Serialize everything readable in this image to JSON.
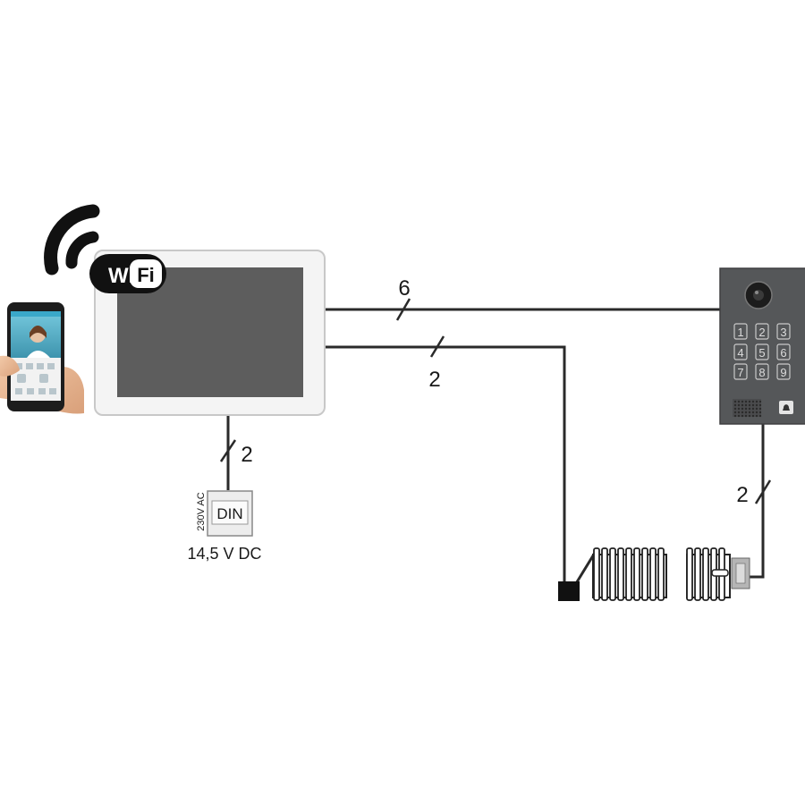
{
  "wifi": {
    "logo_text_left": "Wi",
    "logo_text_right": "Fi",
    "icon": "wifi-icon"
  },
  "smartphone": {
    "icon": "smartphone-icon"
  },
  "monitor": {
    "icon": "monitor-icon"
  },
  "connections": {
    "monitor_to_door_station": "6",
    "monitor_to_gate": "2",
    "monitor_to_psu": "2",
    "door_station_to_lock": "2"
  },
  "power_supply": {
    "module_label": "DIN",
    "input_label": "230V AC",
    "output_label": "14,5 V DC"
  },
  "door_station": {
    "keypad_keys": [
      "1",
      "2",
      "3",
      "4",
      "5",
      "6",
      "7",
      "8",
      "9"
    ],
    "icons": [
      "camera-icon",
      "speaker-grille-icon",
      "bell-icon"
    ]
  },
  "gate_automation": {
    "icon": "gate-motor-icon"
  },
  "electric_lock": {
    "icon": "electric-strike-icon"
  },
  "colors": {
    "line": "#2a2a2a",
    "door_station_body": "#555759",
    "monitor_frame": "#f4f4f4",
    "monitor_screen": "#5d5d5d"
  }
}
